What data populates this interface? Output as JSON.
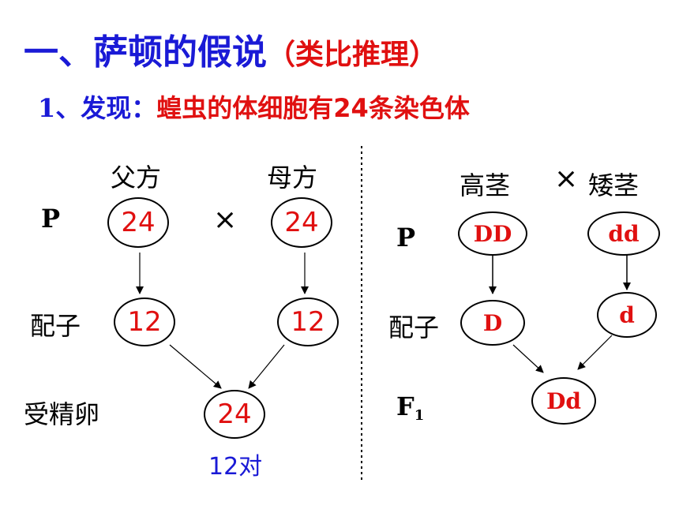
{
  "title": {
    "main": "一、萨顿的假说",
    "paren": "（类比推理）"
  },
  "subtitle": {
    "number": "1、发现：",
    "text": "蝗虫的体细胞有24条染色体"
  },
  "left": {
    "father": "父方",
    "mother": "母方",
    "row_p": "P",
    "row_gamete": "配子",
    "row_zygote": "受精卵",
    "cross": "×",
    "p_father": "24",
    "p_mother": "24",
    "gamete_father": "12",
    "gamete_mother": "12",
    "zygote": "24",
    "pairs": "12对"
  },
  "right": {
    "tall": "高茎",
    "cross": "×",
    "short": "矮茎",
    "row_p": "P",
    "row_gamete": "配子",
    "row_f1": "F",
    "row_f1_sub": "1",
    "p_tall": "DD",
    "p_short": "dd",
    "gamete_tall": "D",
    "gamete_short": "d",
    "f1": "Dd"
  },
  "colors": {
    "blue": "#1a1ad6",
    "red": "#e01010",
    "black": "#000000"
  }
}
